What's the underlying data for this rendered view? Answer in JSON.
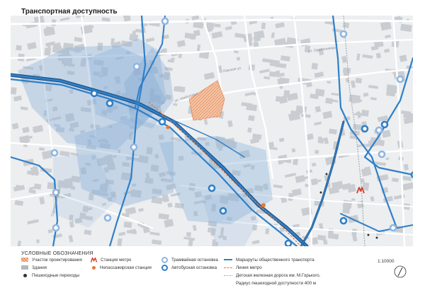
{
  "title": "Транспортная доступность",
  "scale": "1:10000",
  "map": {
    "street_labels": [
      "ул. Шаболовка",
      "Хавская ул.",
      "ул. Орджоникидзе",
      "Серпуховский вал"
    ]
  },
  "legend": {
    "heading": "УСЛОВНЫЕ ОБОЗНАЧЕНИЯ",
    "items": {
      "project_site": "Участок проектирования",
      "buildings": "Здания",
      "crossings": "Пешеходные переходы",
      "metro": "Станция метро",
      "freight": "Непассажирская станция",
      "tram_stop": "Трамвайная остановка",
      "bus_stop": "Автобусная остановка",
      "routes": "Маршруты общественного транспорта",
      "metro_line": "Линия метро",
      "railway": "Детская железная дорога им. М.Горького.",
      "radius": "Радиус пешеходной доступности 400 м"
    }
  },
  "colors": {
    "background": "#eceef0",
    "buildings": "#c9cdd2",
    "roads": "#ffffff",
    "route": "#2f7fc7",
    "route_dark": "#16467a",
    "catchment": "#8fb3d9",
    "project_site": "#e7a079",
    "metro": "#d23b2a",
    "freight": "#e27a3a",
    "crossing": "#333333"
  },
  "icons": [
    "metro-m-icon",
    "north-arrow-icon"
  ]
}
